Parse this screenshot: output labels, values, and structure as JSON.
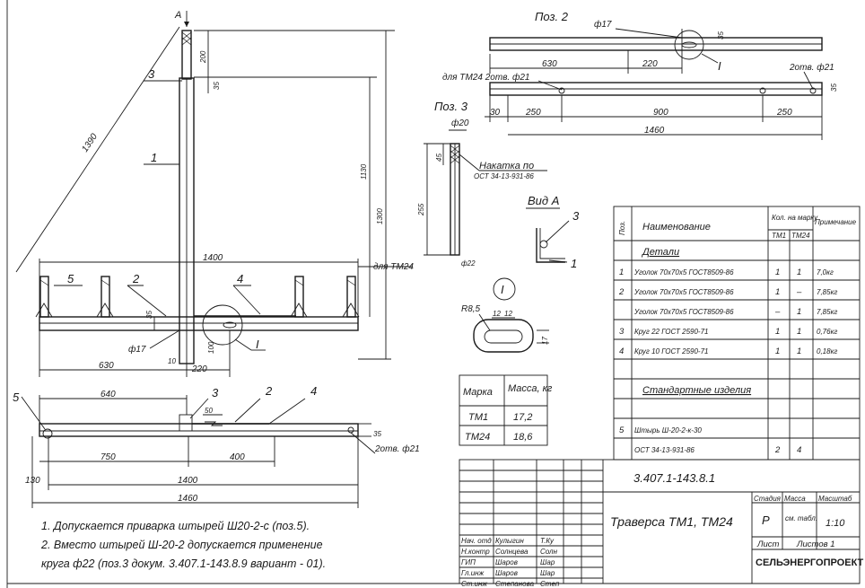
{
  "title_block": {
    "document": "3.407.1-143.8.1",
    "name": "Траверса ТМ1, ТМ24",
    "stage_label": "Стадия",
    "mass_label": "Масса",
    "scale_label": "Масштаб",
    "stage": "Р",
    "mass": "см. табл.",
    "scale": "1:10",
    "sheet_label": "Лист",
    "sheets_label": "Листов 1",
    "organization": "СЕЛЬЭНЕРГОПРОЕКТ",
    "signatures": [
      {
        "role": "Нач. отд",
        "name": "Кулыгин",
        "sign": "Т.Ку"
      },
      {
        "role": "Н.контр",
        "name": "Солнцева",
        "sign": "Солн"
      },
      {
        "role": "ГИП",
        "name": "Шаров",
        "sign": "Шар"
      },
      {
        "role": "Гл.инж",
        "name": "Шаров",
        "sign": "Шар"
      },
      {
        "role": "Ст.инж",
        "name": "Степанова",
        "sign": "Степ"
      }
    ]
  },
  "spec_table": {
    "headers": {
      "pos": "Поз.",
      "name": "Наименование",
      "qty": "Кол. на марку",
      "tm1": "ТМ1",
      "tm24": "ТМ24",
      "note": "Примечание"
    },
    "rows": [
      {
        "pos": "",
        "name": "Детали",
        "tm1": "",
        "tm24": "",
        "note": "",
        "underline": true
      },
      {
        "pos": "1",
        "name": "Уголок 70х70х5 ГОСТ8509-86",
        "tm1": "1",
        "tm24": "1",
        "note": "7,0кг"
      },
      {
        "pos": "2",
        "name": "Уголок 70х70х5 ГОСТ8509-86",
        "tm1": "1",
        "tm24": "–",
        "note": "7,85кг"
      },
      {
        "pos": "",
        "name": "Уголок 70х70х5 ГОСТ8509-86",
        "tm1": "–",
        "tm24": "1",
        "note": "7,85кг"
      },
      {
        "pos": "3",
        "name": "Круг 22 ГОСТ 2590-71",
        "tm1": "1",
        "tm24": "1",
        "note": "0,76кг"
      },
      {
        "pos": "4",
        "name": "Круг 10 ГОСТ 2590-71",
        "tm1": "1",
        "tm24": "1",
        "note": "0,18кг"
      },
      {
        "pos": "",
        "name": "",
        "tm1": "",
        "tm24": "",
        "note": ""
      },
      {
        "pos": "",
        "name": "Стандартные изделия",
        "tm1": "",
        "tm24": "",
        "note": "",
        "underline": true
      },
      {
        "pos": "",
        "name": "",
        "tm1": "",
        "tm24": "",
        "note": ""
      },
      {
        "pos": "5",
        "name": "Штырь Ш-20-2-к-30",
        "tm1": "",
        "tm24": "",
        "note": ""
      },
      {
        "pos": "",
        "name": "ОСТ 34-13-931-86",
        "tm1": "2",
        "tm24": "4",
        "note": ""
      }
    ]
  },
  "mass_table": {
    "headers": [
      "Марка",
      "Масса, кг"
    ],
    "rows": [
      [
        "ТМ1",
        "17,2"
      ],
      [
        "ТМ24",
        "18,6"
      ]
    ]
  },
  "notes": [
    "1. Допускается приварка штырей Ш20-2-с (поз.5).",
    "2. Вместо штырей Ш-20-2 допускается применение",
    "круга ф22 (поз.3 докум. 3.407.1-143.8.9 вариант - 01)."
  ],
  "main_view": {
    "arrow_a": "А",
    "dims": {
      "d200": "200",
      "d35": "35",
      "d1130": "1130",
      "d1300": "1300",
      "d1390": "1390",
      "d1400": "1400",
      "d630": "630",
      "d220": "220",
      "d35b": "35",
      "d100": "100",
      "d10": "10",
      "d17": "ф17"
    },
    "label_tm24": "для ТМ24",
    "callouts": [
      "1",
      "2",
      "3",
      "4",
      "5"
    ],
    "detail": "I"
  },
  "plan_view": {
    "dims": {
      "d640": "640",
      "d50": "50",
      "d750": "750",
      "d400": "400",
      "d130": "130",
      "d1400": "1400",
      "d1460": "1460",
      "d35": "35"
    },
    "holes": "2отв. ф21",
    "callouts": [
      "5",
      "3",
      "2",
      "4"
    ]
  },
  "pos2": {
    "title": "Поз. 2",
    "dims": {
      "d17": "ф17",
      "d630": "630",
      "d220": "220",
      "d35": "35",
      "d30": "30",
      "d250": "250",
      "d900": "900",
      "d250b": "250",
      "d1460": "1460",
      "d35b": "35"
    },
    "label_tm24": "для ТМ24 2отв. ф21",
    "holes_right": "2отв. ф21",
    "detail": "I"
  },
  "pos3": {
    "title": "Поз. 3",
    "dims": {
      "d20": "ф20",
      "d45": "45",
      "d255": "255",
      "d22": "ф22"
    },
    "knurl": "Накатка по",
    "knurl_std": "ОСТ 34-13-931-86"
  },
  "view_a": {
    "title": "Вид А",
    "callouts": [
      "3",
      "1"
    ]
  },
  "detail_i": {
    "label": "I",
    "r": "R8,5",
    "d12a": "12",
    "d12b": "12",
    "d17": "17"
  }
}
